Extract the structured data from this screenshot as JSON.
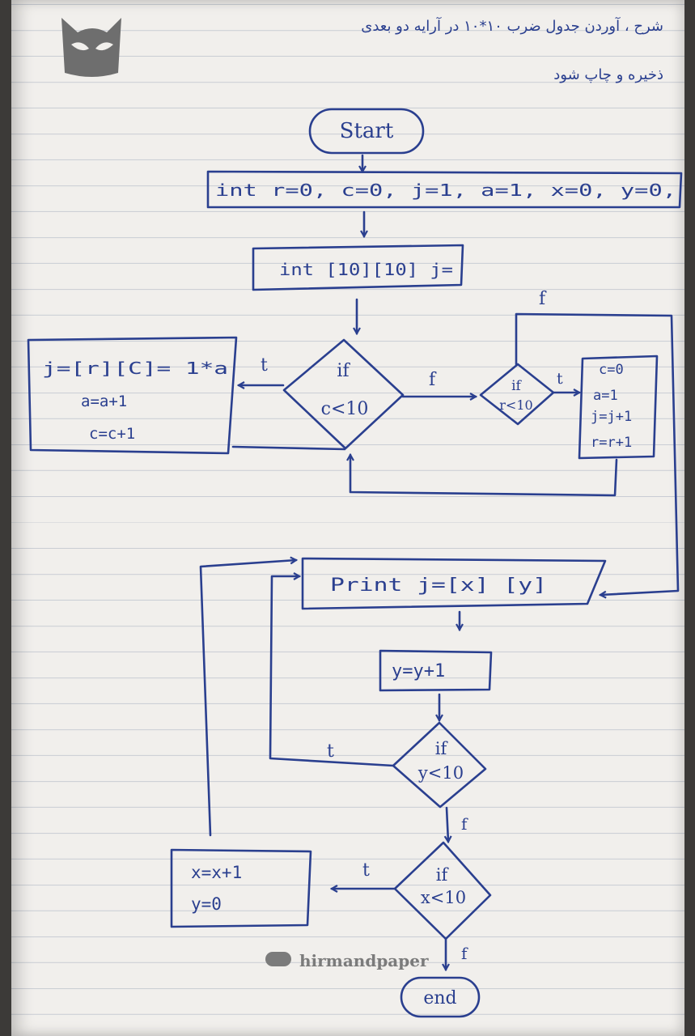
{
  "note_lines": [
    "شرح ، آوردن جدول ضرب ۱۰*۱۰ در آرایه دو بعدی",
    "ذخیره و چاپ شود"
  ],
  "flowchart": {
    "start": "Start",
    "init": "int r=0, c=0, j=1, a=1, x=0, y=0,",
    "array_decl": "int [10][10] j=",
    "assign_lines": [
      "j=[r][C]= 1*a",
      "a=a+1",
      "c=c+1"
    ],
    "cond_c": [
      "if",
      "c<10"
    ],
    "cond_r": [
      "if",
      "r<10"
    ],
    "reset_lines": [
      "c=0",
      "a=1",
      "j=j+1",
      "r=r+1"
    ],
    "print": "Print j=[x] [y]",
    "incr_y": "y=y+1",
    "cond_y": [
      "if",
      "y<10"
    ],
    "incr_x_lines": [
      "x=x+1",
      "y=0"
    ],
    "cond_x": [
      "if",
      "x<10"
    ],
    "end": "end",
    "labels": {
      "true": "t",
      "false": "f"
    }
  },
  "watermark": "hirmandpaper",
  "colors": {
    "ink": "#2a3f8f",
    "paper": "#f1efec",
    "rule": "#c9cdd4"
  }
}
